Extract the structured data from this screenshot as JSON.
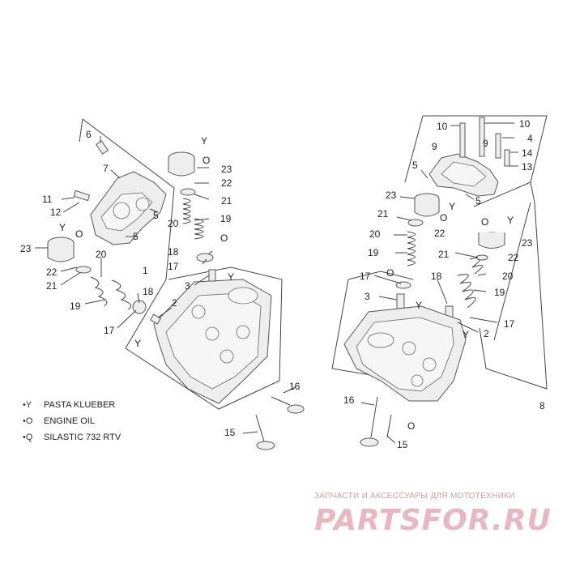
{
  "legend": {
    "items": [
      {
        "symbol": "Y",
        "label": "PASTA KLUEBER"
      },
      {
        "symbol": "O",
        "label": "ENGINE OIL"
      },
      {
        "symbol": "Q",
        "label": "SILASTIC 732 RTV"
      }
    ]
  },
  "callouts": {
    "left": {
      "c6": "6",
      "c7": "7",
      "c5a": "5",
      "c5b": "5",
      "c11": "11",
      "c12": "12",
      "c23a": "23",
      "c22a": "22",
      "c21a": "21",
      "c20a": "20",
      "c19a": "19",
      "c18a": "18",
      "c17a": "17",
      "c1": "1",
      "c2": "2",
      "c3": "3",
      "c23b": "23",
      "c22b": "22",
      "c21b": "21",
      "c20b": "20",
      "c19b": "19",
      "c18b": "18",
      "c17b": "17",
      "c16": "16",
      "c15": "15",
      "y1": "Y",
      "y2": "Y",
      "y3": "Y",
      "y4": "Y",
      "o1": "O",
      "o2": "O",
      "o3": "O"
    },
    "right": {
      "c10a": "10",
      "c10b": "10",
      "c9a": "9",
      "c9b": "9",
      "c4": "4",
      "c14": "14",
      "c13": "13",
      "c5a": "5",
      "c5b": "5",
      "c23a": "23",
      "c21a": "21",
      "c22a": "22",
      "c20a": "20",
      "c19a": "19",
      "c17a": "17",
      "c3": "3",
      "c18": "18",
      "c23b": "23",
      "c22b": "22",
      "c21b": "21",
      "c20b": "20",
      "c19b": "19",
      "c17b": "17",
      "c2": "2",
      "c8": "8",
      "c16": "16",
      "c15": "15",
      "y1": "Y",
      "y2": "Y",
      "y3": "Y",
      "y4": "Y",
      "o1": "O",
      "o2": "O",
      "o3": "O",
      "o4": "O"
    }
  },
  "watermark": {
    "tagline": "ЗАПЧАСТИ И АКСЕССУАРЫ ДЛЯ МОТОТЕХНИКИ",
    "logo": "PARTSFOR.RU"
  }
}
